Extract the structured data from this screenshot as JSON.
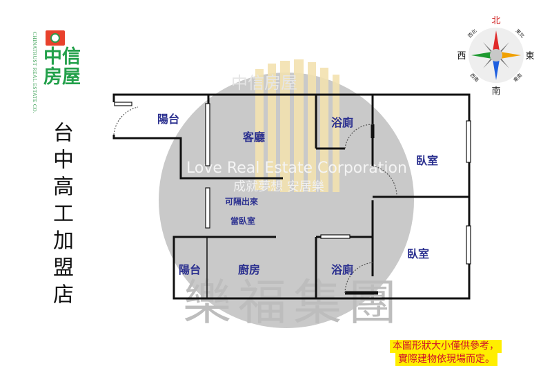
{
  "logo": {
    "english": "CHINATRUST REAL ESTATE CO.",
    "chinese": "中信房屋"
  },
  "store_name": "台中高工加盟店",
  "compass": {
    "north": "北",
    "south": "南",
    "east": "東",
    "west": "西",
    "northeast": "東北",
    "northwest": "西北",
    "southeast": "東南",
    "southwest": "西南"
  },
  "rooms": {
    "balcony_top": "陽台",
    "living_room": "客廳",
    "bath_top": "浴廁",
    "bedroom_top": "臥室",
    "partition_note_1": "可隔出來",
    "partition_note_2": "當臥室",
    "balcony_bottom": "陽台",
    "kitchen": "廚房",
    "bath_bottom": "浴廁",
    "bedroom_bottom": "臥室"
  },
  "watermark": {
    "brand": "樂福集團",
    "english": "Love Real Estate Corporation",
    "slogan": "成就夢想 安居樂",
    "faded": "中信房屋"
  },
  "disclaimer": {
    "line1": "本圖形狀大小僅供參考，",
    "line2": "實際建物依現場而定。"
  },
  "colors": {
    "room_label": "#2a2f8f",
    "logo_green": "#22a04a",
    "logo_red": "#e8412c",
    "disclaimer_text": "#d0102a",
    "disclaimer_bg": "#ffee00"
  }
}
